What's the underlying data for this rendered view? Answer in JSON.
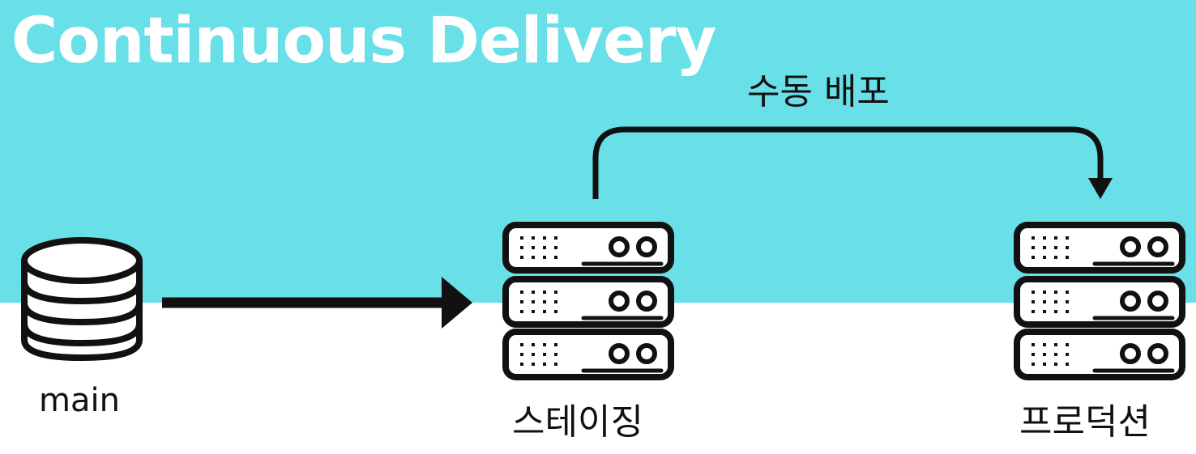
{
  "title": "Continuous Delivery",
  "nodes": {
    "main": "main",
    "staging": "스테이징",
    "production": "프로덕션"
  },
  "edges": {
    "manual_deploy": "수동 배포"
  },
  "colors": {
    "band": "#69dfe8",
    "background": "#ffffff",
    "ink": "#111111",
    "title": "#ffffff"
  },
  "icons": {
    "source": "database-icon",
    "staging": "server-rack-icon",
    "production": "server-rack-icon"
  }
}
